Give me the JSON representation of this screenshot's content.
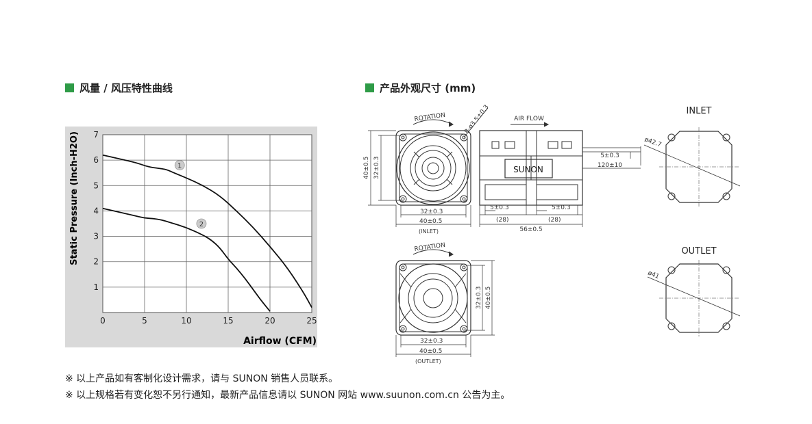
{
  "section_chart": {
    "title": "风量 / 风压特性曲线"
  },
  "section_dims": {
    "title": "产品外观尺寸 (mm)"
  },
  "chart_data": {
    "type": "line",
    "xlabel": "Airflow (CFM)",
    "ylabel": "Static Pressure (Inch-H2O)",
    "xlim": [
      0,
      25
    ],
    "ylim": [
      0,
      7
    ],
    "x_ticks": [
      "0",
      "5",
      "10",
      "15",
      "20",
      "25"
    ],
    "y_ticks": [
      "1",
      "2",
      "3",
      "4",
      "5",
      "6",
      "7"
    ],
    "grid": true,
    "series": [
      {
        "name": "1",
        "x": [
          0,
          2,
          4,
          5,
          6,
          7.5,
          8.5,
          10,
          12,
          14,
          16,
          18,
          20,
          22,
          24,
          25
        ],
        "y": [
          6.2,
          6.05,
          5.9,
          5.78,
          5.7,
          5.65,
          5.5,
          5.3,
          5.0,
          4.6,
          4.0,
          3.35,
          2.6,
          1.8,
          0.8,
          0.2
        ]
      },
      {
        "name": "2",
        "x": [
          0,
          2,
          4,
          5,
          6,
          7,
          8,
          10,
          12,
          13,
          14,
          15,
          16,
          17,
          18,
          19,
          20
        ],
        "y": [
          4.1,
          3.95,
          3.8,
          3.72,
          3.7,
          3.65,
          3.55,
          3.35,
          3.05,
          2.85,
          2.55,
          2.1,
          1.75,
          1.35,
          0.9,
          0.45,
          0.05
        ]
      }
    ]
  },
  "drawing": {
    "rotation": "ROTATION",
    "hole_spec": "8-ø3.5±0.3",
    "air_flow": "AIR FLOW",
    "brand": "SUNON",
    "inlet_title": "INLET",
    "outlet_title": "OUTLET",
    "dims": {
      "d40": "40±0.5",
      "d32": "32±0.3",
      "inlet_label": "(INLET)",
      "outlet_label": "(OUTLET)",
      "d5": "5±0.3",
      "d28": "(28)",
      "d56": "56±0.5",
      "lead5": "5±0.3",
      "lead120": "120±10",
      "dia_inlet": "ø42.7",
      "dia_outlet": "ø41"
    }
  },
  "notes": [
    "※ 以上产品如有客制化设计需求，请与 SUNON 销售人员联系。",
    "※ 以上规格若有变化恕不另行通知，最新产品信息请以 SUNON 网站 www.suunon.com.cn 公告为主。"
  ]
}
